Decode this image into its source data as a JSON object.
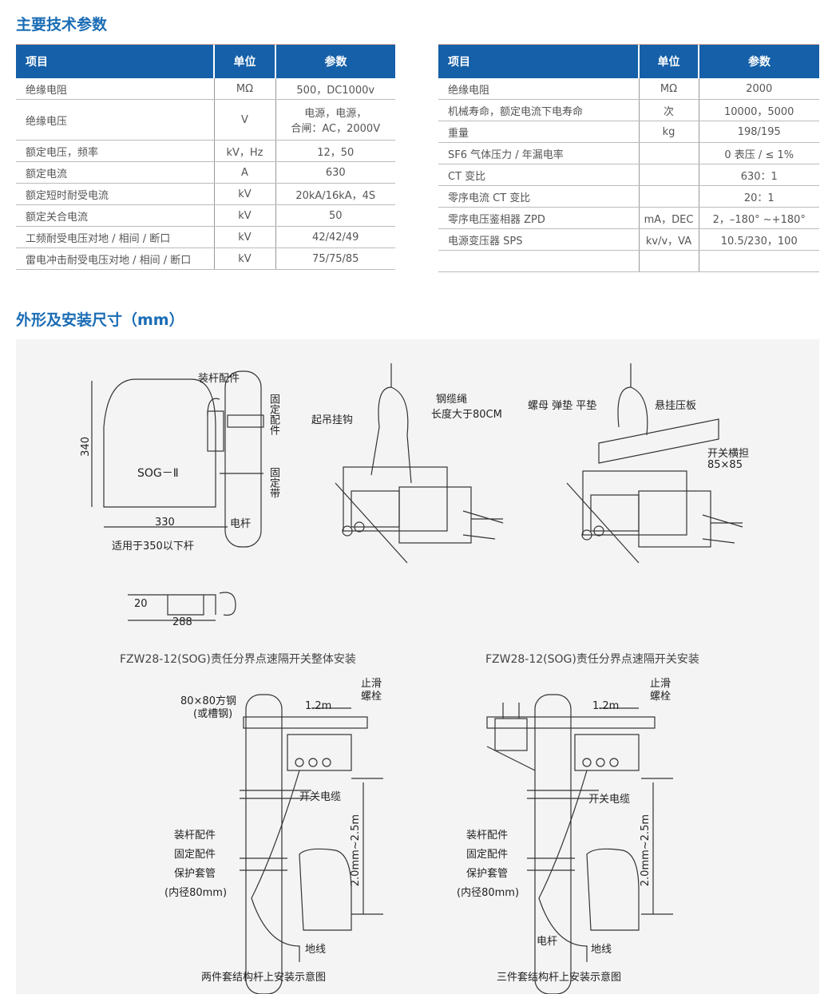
{
  "section1_title": "主要技术参数",
  "section2_title": "外形及安装尺寸（mm）",
  "table_headers": [
    "项目",
    "单位",
    "参数"
  ],
  "table_left": [
    {
      "item": "绝缘电阻",
      "unit": "MΩ",
      "value": "500，DC1000v"
    },
    {
      "item": "绝缘电压",
      "unit": "V",
      "value": "电源，电源，\n合闸：AC，2000V"
    },
    {
      "item": "额定电压，频率",
      "unit": "kV，Hz",
      "value": "12，50"
    },
    {
      "item": "额定电流",
      "unit": "A",
      "value": "630"
    },
    {
      "item": "额定短时耐受电流",
      "unit": "kV",
      "value": "20kA/16kA，4S"
    },
    {
      "item": "额定关合电流",
      "unit": "kV",
      "value": "50"
    },
    {
      "item": "工频耐受电压对地 / 相间 / 断口",
      "unit": "kV",
      "value": "42/42/49"
    },
    {
      "item": "雷电冲击耐受电压对地 / 相间 / 断口",
      "unit": "kV",
      "value": "75/75/85"
    }
  ],
  "table_right": [
    {
      "item": "绝缘电阻",
      "unit": "MΩ",
      "value": "2000"
    },
    {
      "item": "机械寿命，额定电流下电寿命",
      "unit": "次",
      "value": "10000，5000"
    },
    {
      "item": "重量",
      "unit": "kg",
      "value": "198/195"
    },
    {
      "item": "SF6 气体压力 / 年漏电率",
      "unit": "",
      "value": "0 表压 / ≤ 1%"
    },
    {
      "item": "CT 变比",
      "unit": "",
      "value": "630：1"
    },
    {
      "item": "零序电流 CT 变比",
      "unit": "",
      "value": "20：1"
    },
    {
      "item": "零序电压鉴相器 ZPD",
      "unit": "mA，DEC",
      "value": "2，–180°  ~+180°"
    },
    {
      "item": "电源变压器 SPS",
      "unit": "kv/v，VA",
      "value": "10.5/230，100"
    },
    {
      "item": "",
      "unit": "",
      "value": ""
    }
  ],
  "fig1": {
    "pole_fitting": "装杆配件",
    "fixing_fitting": "固定配件",
    "fixing_band": "固定带",
    "model": "SOG－Ⅱ",
    "h": "340",
    "w": "330",
    "pole": "电杆",
    "applies": "适用于350以下杆",
    "d20": "20",
    "d288": "288"
  },
  "fig2": {
    "hook": "起吊挂钩",
    "cable": "钢缆绳",
    "cable_len": "长度大于80CM"
  },
  "fig3": {
    "nuts": "螺母  弹垫  平垫",
    "plate": "悬挂压板",
    "crossarm": "开关横担",
    "crossarm_size": "85×85"
  },
  "caption1": "FZW28-12(SOG)责任分界点速隔开关整体安装",
  "caption2": "FZW28-12(SOG)责任分界点速隔开关安装",
  "fig4": {
    "steel": "80×80方钢",
    "steel2": "(或槽钢)",
    "anti_slip": "止滑",
    "bolt": "螺栓",
    "span": "1.2m",
    "switch_cable": "开关电缆",
    "pole_fit": "装杆配件",
    "fix_fit": "固定配件",
    "sleeve": "保护套管",
    "sleeve_d": "(内径80mm)",
    "height": "2.0mm~2.5m",
    "ground": "地线",
    "caption": "两件套结构杆上安装示意图"
  },
  "fig5": {
    "anti_slip": "止滑",
    "bolt": "螺栓",
    "span": "1.2m",
    "switch_cable": "开关电缆",
    "pole_fit": "装杆配件",
    "fix_fit": "固定配件",
    "sleeve": "保护套管",
    "sleeve_d": "(内径80mm)",
    "height": "2.0mm~2.5m",
    "pole": "电杆",
    "ground": "地线",
    "caption": "三件套结构杆上安装示意图"
  }
}
